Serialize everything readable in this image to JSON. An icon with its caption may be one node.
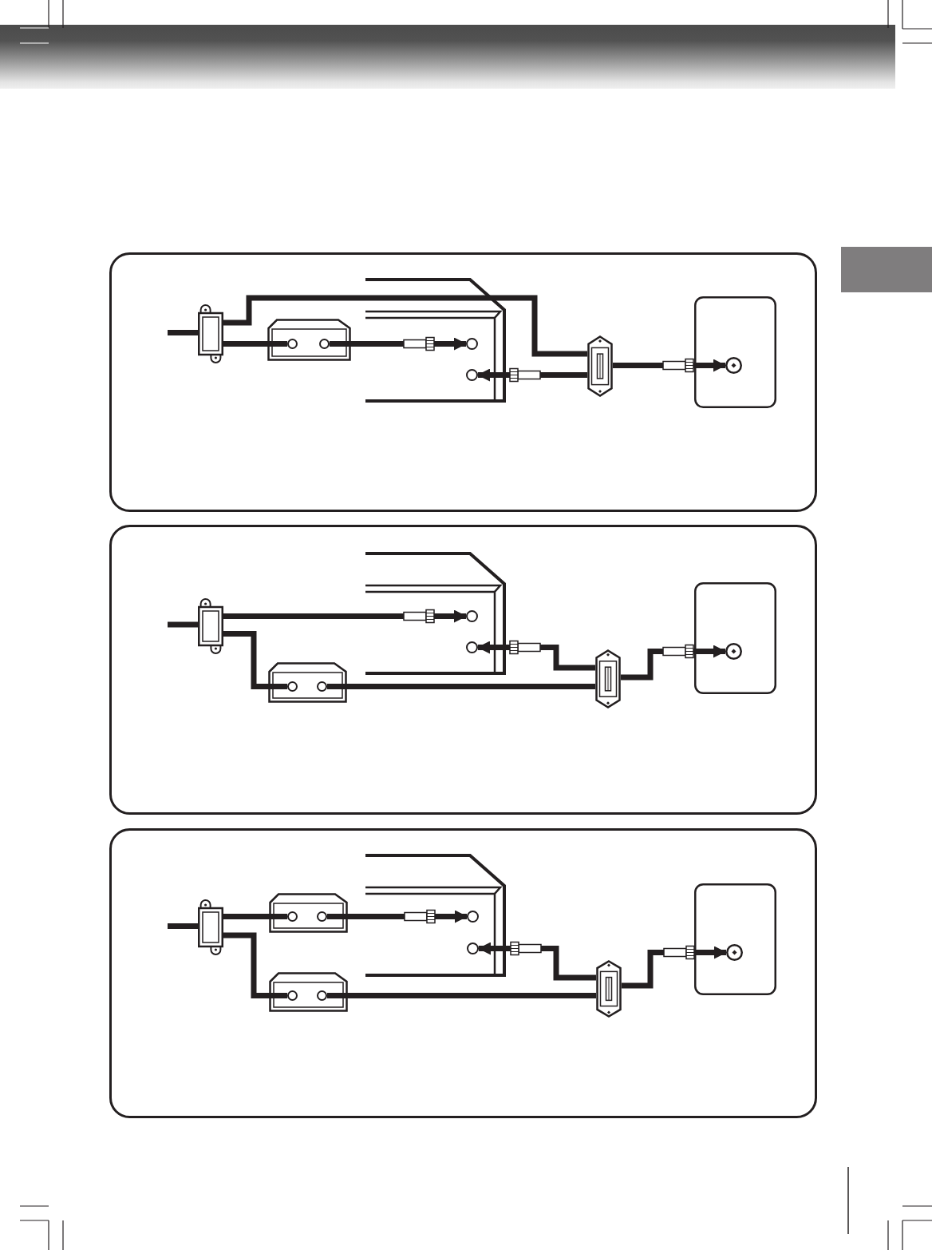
{
  "diagram": {
    "nodes": [
      {
        "text": [],
        "shape": "box"
      },
      {
        "text": [],
        "shape": "box"
      },
      {
        "text": [],
        "shape": "box",
        "in": 1
      },
      {
        "text": [],
        "shape": "box",
        "in": 1
      },
      {
        "text": [],
        "shape": "circle",
        "in": 3
      },
      {
        "text": [],
        "shape": "circle",
        "in": 3
      },
      {
        "text": [],
        "shape": "picture",
        "in": 1
      },
      {
        "text": [],
        "shape": "circle",
        "in": 6
      },
      {
        "text": [],
        "shape": "circle",
        "in": 6
      },
      {
        "text": [],
        "shape": "hexagon",
        "in": 1
      },
      {
        "text": [],
        "shape": "box",
        "in": 1
      },
      {
        "text": [],
        "shape": "circle",
        "in": 10
      },
      {
        "text": [],
        "shape": "box"
      },
      {
        "text": [],
        "shape": "box",
        "in": 12
      },
      {
        "text": [],
        "shape": "box",
        "in": 12
      },
      {
        "text": [],
        "shape": "circle",
        "in": 14
      },
      {
        "text": [],
        "shape": "circle",
        "in": 14
      },
      {
        "text": [],
        "shape": "picture",
        "in": 12
      },
      {
        "text": [],
        "shape": "circle",
        "in": 17
      },
      {
        "text": [],
        "shape": "circle",
        "in": 17
      },
      {
        "text": [],
        "shape": "hexagon",
        "in": 12
      },
      {
        "text": [],
        "shape": "box",
        "in": 12
      },
      {
        "text": [],
        "shape": "circle",
        "in": 21
      },
      {
        "text": [],
        "shape": "box"
      },
      {
        "text": [],
        "shape": "box",
        "in": 23
      },
      {
        "text": [],
        "shape": "box",
        "in": 23
      },
      {
        "text": [],
        "shape": "circle",
        "in": 25
      },
      {
        "text": [],
        "shape": "circle",
        "in": 25
      },
      {
        "text": [],
        "shape": "box",
        "in": 23
      },
      {
        "text": [],
        "shape": "circle",
        "in": 28
      },
      {
        "text": [],
        "shape": "circle",
        "in": 28
      },
      {
        "text": [],
        "shape": "picture",
        "in": 23
      },
      {
        "text": [],
        "shape": "circle",
        "in": 31
      },
      {
        "text": [],
        "shape": "circle",
        "in": 31
      },
      {
        "text": [],
        "shape": "hexagon",
        "in": 23
      },
      {
        "text": [],
        "shape": "box",
        "in": 23
      },
      {
        "text": [],
        "shape": "circle",
        "in": 35
      }
    ],
    "edges": [
      {
        "from": null,
        "to": 2,
        "arrow": "none"
      },
      {
        "from": 2,
        "to": 4,
        "arrow": "none"
      },
      {
        "from": 5,
        "to": 7,
        "arrow": "to"
      },
      {
        "from": 2,
        "to": 9,
        "arrow": "none"
      },
      {
        "from": 9,
        "to": 8,
        "arrow": "to"
      },
      {
        "from": 9,
        "to": 11,
        "arrow": "to"
      },
      {
        "from": null,
        "to": 13,
        "arrow": "none"
      },
      {
        "from": 13,
        "to": 18,
        "arrow": "to"
      },
      {
        "from": 13,
        "to": 15,
        "arrow": "none"
      },
      {
        "from": 20,
        "to": 19,
        "arrow": "to"
      },
      {
        "from": 16,
        "to": 20,
        "arrow": "none"
      },
      {
        "from": 20,
        "to": 22,
        "arrow": "to"
      },
      {
        "from": null,
        "to": 24,
        "arrow": "none"
      },
      {
        "from": 24,
        "to": 26,
        "arrow": "none"
      },
      {
        "from": 27,
        "to": 32,
        "arrow": "to"
      },
      {
        "from": 24,
        "to": 29,
        "arrow": "none"
      },
      {
        "from": 30,
        "to": 34,
        "arrow": "none"
      },
      {
        "from": 34,
        "to": 33,
        "arrow": "to"
      },
      {
        "from": 34,
        "to": 36,
        "arrow": "to"
      }
    ]
  }
}
